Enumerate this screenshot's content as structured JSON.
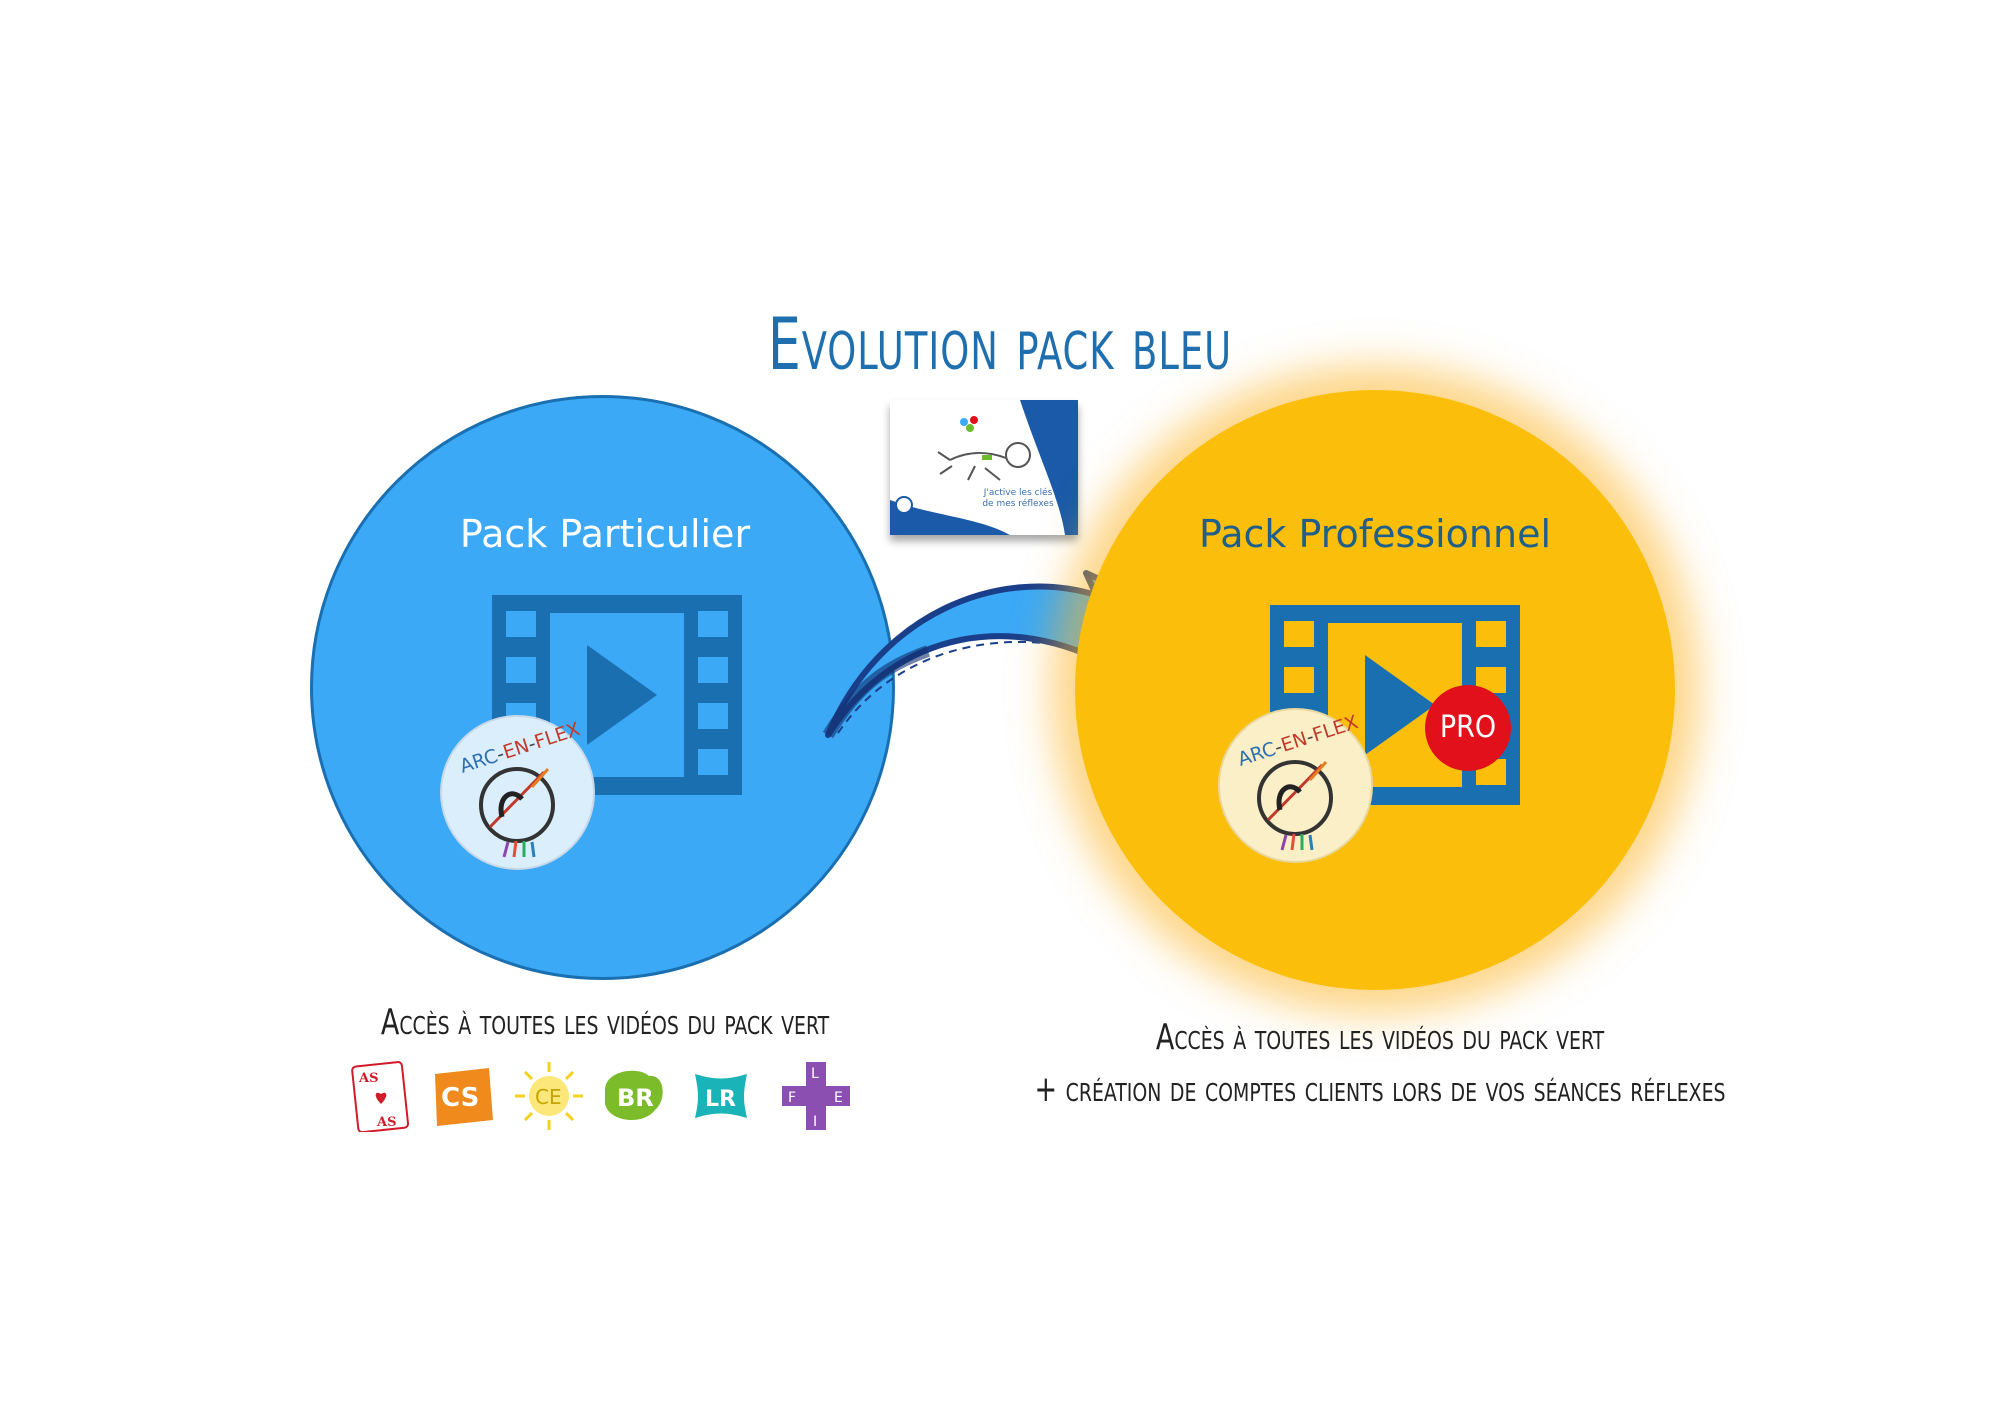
{
  "title": "Evolution pack bleu",
  "packs": {
    "particulier": {
      "label": "Pack Particulier",
      "caption": "Accès à toutes les vidéos du pack vert"
    },
    "professionnel": {
      "label": "Pack Professionnel",
      "caption_line1": "Accès à toutes les vidéos du pack vert",
      "caption_line2": "+ création de comptes clients lors de vos séances réflexes",
      "badge": "PRO"
    }
  },
  "logo": {
    "parts": [
      "ARC",
      "EN",
      "FLEX"
    ],
    "separator": "-"
  },
  "thumbnail": {
    "subtitle": "J'active les clés de mes réflexes"
  },
  "mini_icons": [
    {
      "name": "as-card-icon",
      "text_top": "AS",
      "text_bottom": "AS",
      "color": "#d11a2a"
    },
    {
      "name": "cs-icon",
      "text": "CS",
      "color": "#f08a1c"
    },
    {
      "name": "ce-sun-icon",
      "text": "CE",
      "color": "#f5d21a"
    },
    {
      "name": "br-icon",
      "text": "BR",
      "color": "#7cbc2a"
    },
    {
      "name": "lr-icon",
      "text": "LR",
      "color": "#1ab3b8"
    },
    {
      "name": "flei-cross-icon",
      "letters": [
        "F",
        "L",
        "E",
        "I"
      ],
      "color": "#8a4fb0"
    }
  ],
  "colors": {
    "blue_circle": "#3ba9f6",
    "yellow_circle": "#fbbf0b",
    "film_blue": "#1a6fb0",
    "pro_red": "#e1101a",
    "title": "#1f6fae"
  }
}
